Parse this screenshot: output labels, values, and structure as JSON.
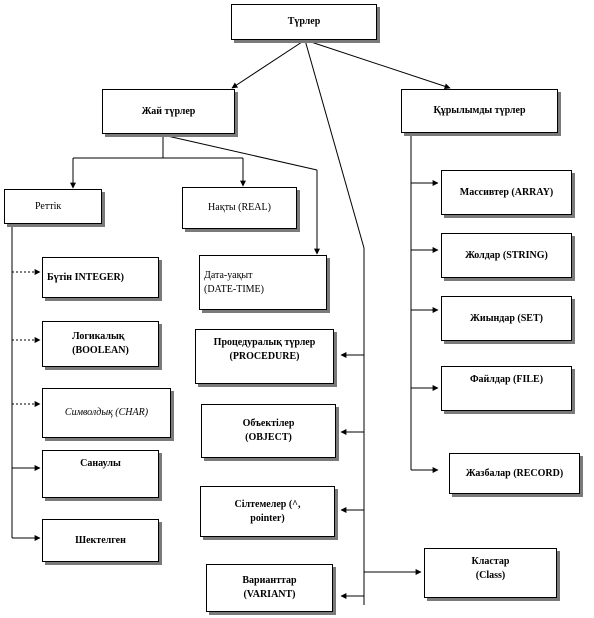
{
  "root": "Түрлер",
  "simple_types": "Жай түрлер",
  "structured_types": "Құрылымды түрлер",
  "ordinal": "Реттік",
  "real": "Нақты (REAL)",
  "datetime": {
    "line1": "Дата-уақыт",
    "line2": "(DATE-TIME)"
  },
  "procedural": {
    "line1": "Процедуралық түрлер",
    "line2": "(PROCEDURE)"
  },
  "objects": {
    "line1": "Объектілер",
    "line2": "(OBJECT)"
  },
  "pointers": {
    "line1": "Сілтемелер (^,",
    "line2": "pointer)"
  },
  "variants": {
    "line1": "Варианттар",
    "line2": "(VARIANT)"
  },
  "classes": {
    "line1": "Кластар",
    "line2": "(Class)"
  },
  "integer": "Бүтін INTEGER)",
  "boolean": {
    "line1": "Логикалық",
    "line2": "(BOOLEAN)"
  },
  "char": "Символдық (CHAR)",
  "enumerated": "Санаулы",
  "subrange": "Шектелген",
  "array": "Массивтер (ARRAY)",
  "string": "Жолдар (STRING)",
  "set": "Жиындар (SET)",
  "file": "Файлдар (FILE)",
  "record": "Жазбалар (RECORD)"
}
